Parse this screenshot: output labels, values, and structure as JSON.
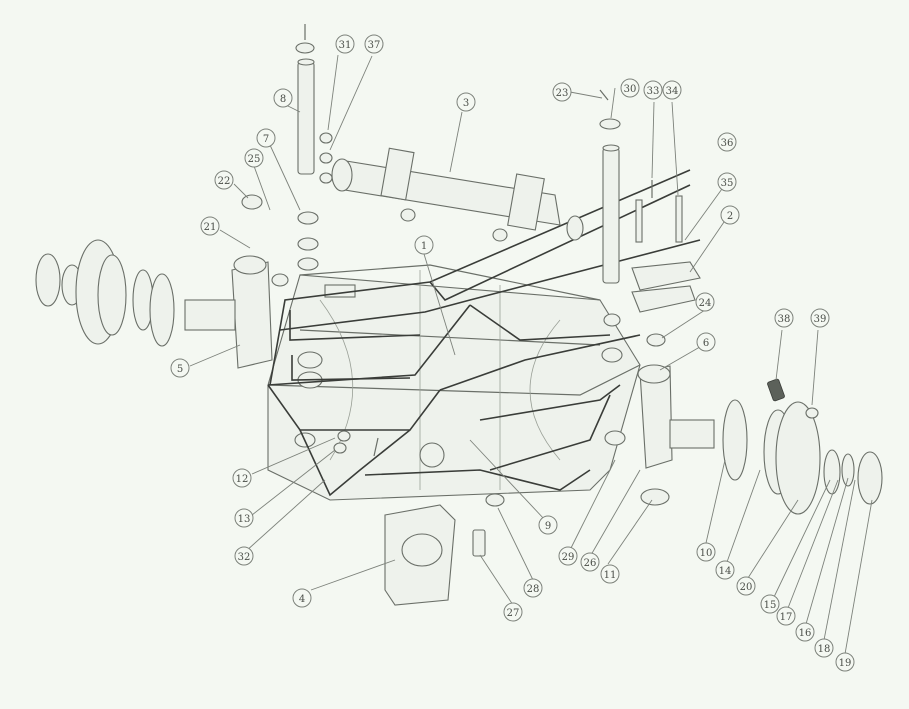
{
  "callouts": [
    {
      "id": "c1",
      "label": "1"
    },
    {
      "id": "c2",
      "label": "2"
    },
    {
      "id": "c3",
      "label": "3"
    },
    {
      "id": "c4",
      "label": "4"
    },
    {
      "id": "c5",
      "label": "5"
    },
    {
      "id": "c6",
      "label": "6"
    },
    {
      "id": "c7",
      "label": "7"
    },
    {
      "id": "c8",
      "label": "8"
    },
    {
      "id": "c9",
      "label": "9"
    },
    {
      "id": "c10",
      "label": "10"
    },
    {
      "id": "c11",
      "label": "11"
    },
    {
      "id": "c12",
      "label": "12"
    },
    {
      "id": "c13",
      "label": "13"
    },
    {
      "id": "c14",
      "label": "14"
    },
    {
      "id": "c15",
      "label": "15"
    },
    {
      "id": "c16",
      "label": "16"
    },
    {
      "id": "c17",
      "label": "17"
    },
    {
      "id": "c18",
      "label": "18"
    },
    {
      "id": "c19",
      "label": "19"
    },
    {
      "id": "c20",
      "label": "20"
    },
    {
      "id": "c21",
      "label": "21"
    },
    {
      "id": "c22",
      "label": "22"
    },
    {
      "id": "c23",
      "label": "23"
    },
    {
      "id": "c24",
      "label": "24"
    },
    {
      "id": "c25",
      "label": "25"
    },
    {
      "id": "c26",
      "label": "26"
    },
    {
      "id": "c27",
      "label": "27"
    },
    {
      "id": "c28",
      "label": "28"
    },
    {
      "id": "c29",
      "label": "29"
    },
    {
      "id": "c30",
      "label": "30"
    },
    {
      "id": "c31",
      "label": "31"
    },
    {
      "id": "c32",
      "label": "32"
    },
    {
      "id": "c33",
      "label": "33"
    },
    {
      "id": "c34",
      "label": "34"
    },
    {
      "id": "c35",
      "label": "35"
    },
    {
      "id": "c36",
      "label": "36"
    },
    {
      "id": "c37",
      "label": "37"
    },
    {
      "id": "c38",
      "label": "38"
    },
    {
      "id": "c39",
      "label": "39"
    }
  ]
}
